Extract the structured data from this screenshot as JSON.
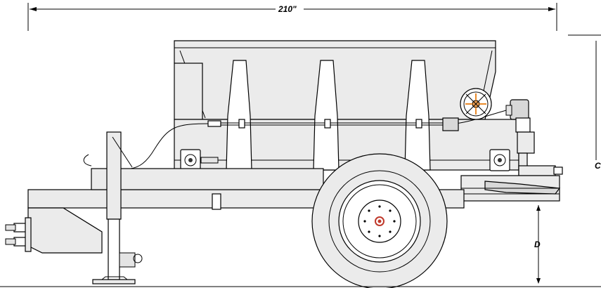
{
  "drawing": {
    "overall_length_label": "210\"",
    "height_label": "C",
    "ground_clearance_label": "D"
  }
}
